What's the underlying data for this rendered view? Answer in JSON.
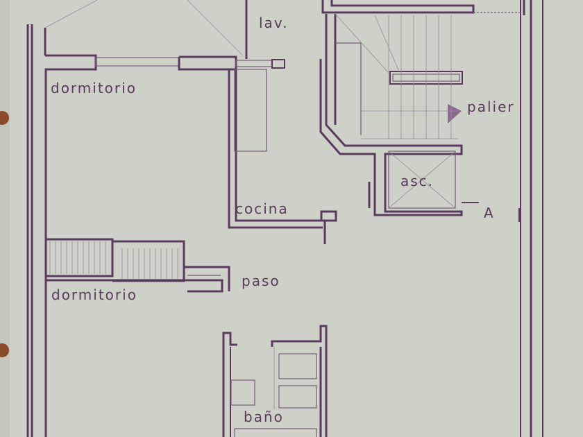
{
  "plan": {
    "rooms": [
      {
        "key": "dormitorio-top",
        "label": "dormitorio"
      },
      {
        "key": "lav",
        "label": "lav."
      },
      {
        "key": "palier",
        "label": "palier"
      },
      {
        "key": "asc",
        "label": "asc."
      },
      {
        "key": "cocina",
        "label": "cocina"
      },
      {
        "key": "section-marker",
        "label": "A"
      },
      {
        "key": "paso",
        "label": "paso"
      },
      {
        "key": "dormitorio-bottom",
        "label": "dormitorio"
      },
      {
        "key": "bano",
        "label": "baño"
      }
    ],
    "colors": {
      "paper": "#cdd1c8",
      "ink": "#5a3a5c"
    }
  }
}
